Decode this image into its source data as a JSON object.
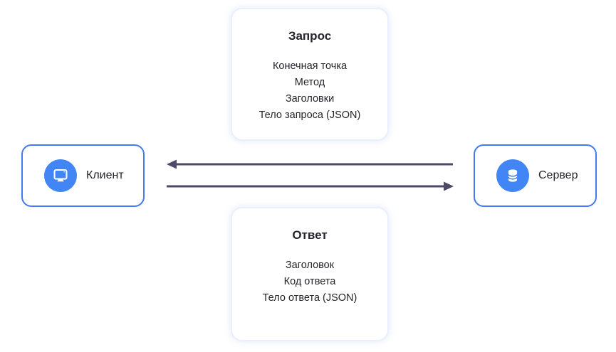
{
  "diagram": {
    "request_box": {
      "title": "Запрос",
      "items": [
        "Конечная точка",
        "Метод",
        "Заголовки",
        "Тело запроса (JSON)"
      ]
    },
    "response_box": {
      "title": "Ответ",
      "items": [
        "Заголовок",
        "Код ответа",
        "Тело ответа (JSON)"
      ]
    },
    "client": {
      "label": "Клиент",
      "icon": "monitor-icon"
    },
    "server": {
      "label": "Сервер",
      "icon": "database-icon"
    },
    "arrows": [
      {
        "name": "top-arrow",
        "direction": "left",
        "from": "Сервер",
        "to": "Клиент"
      },
      {
        "name": "bottom-arrow",
        "direction": "right",
        "from": "Клиент",
        "to": "Сервер"
      }
    ],
    "colors": {
      "accent_blue": "#4379f2",
      "icon_circle_blue": "#4285f4",
      "arrow": "#4d4a68",
      "card_border": "#e9effc",
      "text": "#26242c",
      "background": "#ffffff"
    }
  }
}
